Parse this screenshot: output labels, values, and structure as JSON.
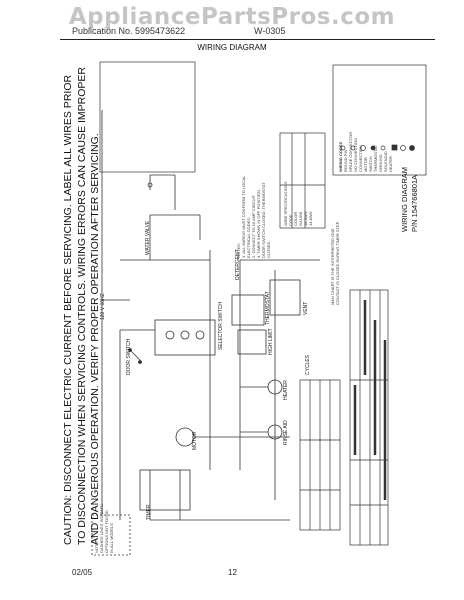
{
  "watermark": "AppliancePartsPros.com",
  "header": {
    "left": "Publication No. 5995473622",
    "right": "W-0305",
    "title": "WIRING DIAGRAM"
  },
  "caution": {
    "line1": "CAUTION: DISCONNECT ELECTRIC CURRENT BEFORE SERVICING. LABEL ALL WIRES PRIOR",
    "line2": "TO DISCONNECTION WHEN SERVICING CONTROLS. WIRING ERRORS CAN CAUSE IMPROPER",
    "line3": "AND DANGEROUS OPERATION. VERIFY PROPER OPERATION AFTER SERVICING."
  },
  "diagram": {
    "supply": "120 V 60HZ",
    "timer": "TIMER",
    "motor": "MOTOR",
    "door_switch": "DOOR SWITCH",
    "water_valve": "WATER VALVE",
    "heater": "HEATER",
    "thermostat": "THERMOSTAT",
    "vent": "VENT",
    "high_limit": "HIGH LIMIT",
    "rinse_aid": "RINSE AID",
    "detergent": "DETERGENT",
    "selector": "SELECTOR SWITCH",
    "cycles": "CYCLES",
    "note_a": "NOTE:",
    "note_b": "DASHED LINES INDICATE",
    "note_c": "OPTIONS NOT FOUND",
    "note_d": "IN ALL MODELS"
  },
  "wiring_code": {
    "title": "WIRING CODES",
    "items": [
      "ROUND PIN",
      "SPADE CONNECTOR",
      "NO CONNECTION",
      "CONNECTION",
      "MOTOR",
      "SWITCH",
      "THERMOSTAT",
      "GROUND",
      "SOLENOID",
      "HEATER"
    ]
  },
  "notes": {
    "head": "NOTES:",
    "n1": "1. ALL WIRING MUST CONFORM TO LOCAL",
    "n1b": "ELECTRICAL CODES.",
    "n2": "2. CONNECT TO 15 AMP CIRCUIT",
    "n3": "3. TIMER SHOWN IN OFF POSITION,",
    "n3b": "DOOR SWITCH CLOSED, THERMOSTAT",
    "n3c": "CLOSED."
  },
  "wire_spec": {
    "title": "WIRE SPECIFICATIONS",
    "c1": "CODE",
    "c2": "COLOR",
    "c3": "GAUGE",
    "r1": "18 AWG",
    "r2": "14 AWG"
  },
  "chart_note": {
    "a": "MAN CHART IS THE INTERPRETED ONE",
    "b": "CONTACT IS CLOSED DURING TIMER STEP"
  },
  "side_title": {
    "line1": "WIRING DIAGRAM",
    "line2": "P/N 154766801A"
  },
  "footer": {
    "date": "02/05",
    "page": "12"
  }
}
